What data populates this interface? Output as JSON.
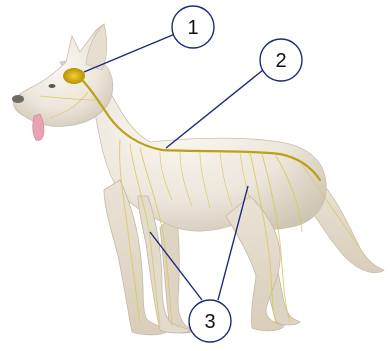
{
  "labels": [
    {
      "number": "1",
      "part": "brain"
    },
    {
      "number": "2",
      "part": "spinal-cord"
    },
    {
      "number": "3",
      "part": "peripheral-nerves"
    }
  ],
  "colors": {
    "body_fill": "#ece6db",
    "body_shade": "#d6cdbd",
    "nerve": "#b9a21a",
    "brain": "#c9a400",
    "callout_stroke": "#1f2a7a",
    "tongue": "#e7a3b4"
  }
}
